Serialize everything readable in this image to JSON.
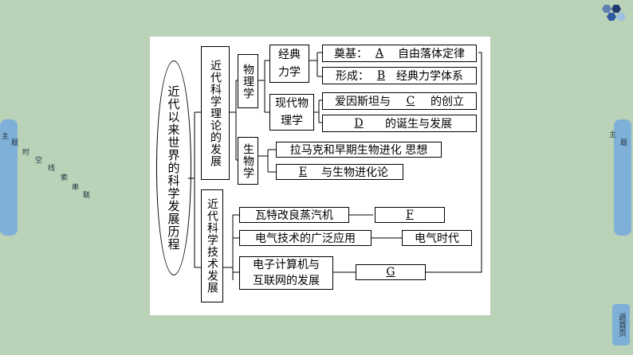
{
  "side_left": {
    "chars": [
      "主",
      "题",
      "时",
      "空",
      "线",
      "索",
      "串",
      "联"
    ]
  },
  "side_right": {
    "chars": [
      "主",
      "题"
    ]
  },
  "back_label": "返首页",
  "root": "近代以来世界的科学发展历程",
  "branch_theory": "近代科学理论的发展",
  "branch_tech": "近代科学技术发展",
  "physics": "物理学",
  "biology": "生物学",
  "classical": "经典力学",
  "modern": "现代物理学",
  "foundation": {
    "prefix": "奠基：",
    "blank": "A",
    "suffix": "自由落体定律"
  },
  "formation": {
    "prefix": "形成：",
    "blank": "B",
    "suffix": "经典力学体系"
  },
  "einstein": {
    "prefix": "爱因斯坦与",
    "blank": "C",
    "suffix": "的创立"
  },
  "quantum": {
    "blank": "D",
    "suffix": "的诞生与发展"
  },
  "lamarck": "拉马克和早期生物进化 思想",
  "darwin": {
    "blank": "E",
    "suffix": "与生物进化论"
  },
  "watt": "瓦特改良蒸汽机",
  "f_box": "F",
  "electric": "电气技术的广泛应用",
  "electric_age": "电气时代",
  "computer": "电子计算机与互联网的发展",
  "computer_line1": "电子计算机与",
  "computer_line2": "互联网的发展",
  "g_box": "G"
}
